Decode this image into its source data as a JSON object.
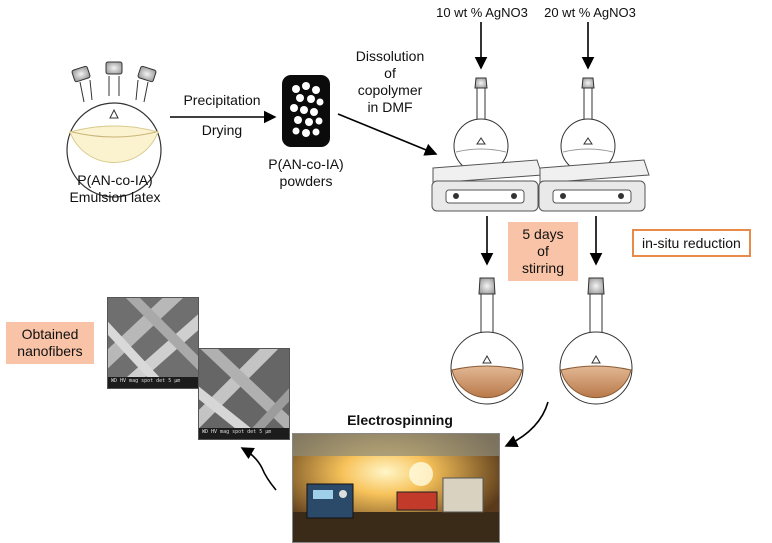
{
  "labels": {
    "flask_caption_line1": "P(AN-co-IA)",
    "flask_caption_line2": "Emulsion latex",
    "step1_line1": "Precipitation",
    "step1_line2": "Drying",
    "powder_caption_line1": "P(AN-co-IA)",
    "powder_caption_line2": "powders",
    "step2_line1": "Dissolution",
    "step2_line2": "of",
    "step2_line3": "copolymer",
    "step2_line4": "in DMF",
    "agno3_10": "10 wt % AgNO3",
    "agno3_20": "20 wt % AgNO3",
    "stirring_line1": "5 days",
    "stirring_line2": "of",
    "stirring_line3": "stirring",
    "insitu": "in-situ reduction",
    "electrospinning": "Electrospinning",
    "obtained_line1": "Obtained",
    "obtained_line2": "nanofibers"
  },
  "sem_meta": {
    "sem1_scale": "WD  HV  mag  spot  det   5 µm",
    "sem2_scale": "WD  HV  mag  spot  det   5 µm"
  },
  "colors": {
    "latex": "#fbf3cf",
    "silver_solution": "#c99368",
    "highlight_border": "#e88a4a",
    "highlight_fill": "#f8c3a6"
  }
}
